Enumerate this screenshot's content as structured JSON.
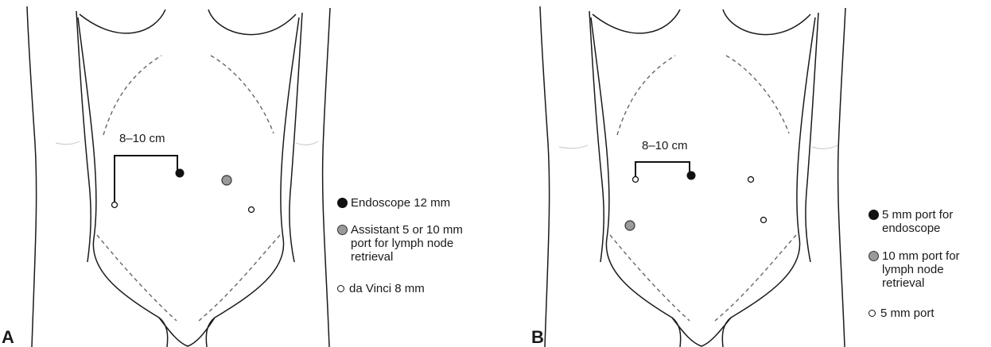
{
  "panels": [
    {
      "letter": "A",
      "measure_label": "8–10 cm",
      "legend": [
        {
          "label": "Endoscope 12 mm",
          "marker": "filled-black"
        },
        {
          "label": "Assistant 5 or 10 mm\nport for lymph node\nretrieval",
          "marker": "filled-gray"
        },
        {
          "label": "da Vinci 8 mm",
          "marker": "open-circle"
        }
      ]
    },
    {
      "letter": "B",
      "measure_label": "8–10 cm",
      "legend": [
        {
          "label": "5 mm port for\nendoscope",
          "marker": "filled-black"
        },
        {
          "label": "10 mm port for\nlymph node\nretrieval",
          "marker": "filled-gray"
        },
        {
          "label": "5 mm port",
          "marker": "open-circle"
        }
      ]
    }
  ],
  "colors": {
    "filled_black": "#111111",
    "filled_gray": "#9a9a9a",
    "outline": "#1a1a1a",
    "dashed": "#666666"
  }
}
